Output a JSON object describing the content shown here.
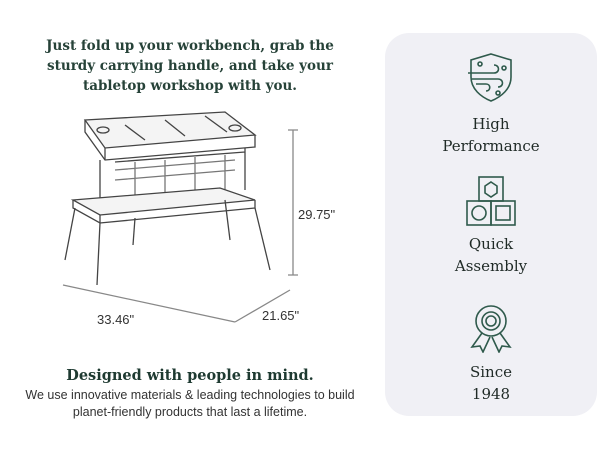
{
  "intro": "Just fold up your workbench, grab the sturdy carrying handle, and take your tabletop workshop with you.",
  "dimensions": {
    "height": "29.75\"",
    "length": "33.46\"",
    "depth": "21.65\""
  },
  "heading": "Designed with people in mind.",
  "body": "We use innovative materials & leading technologies to build planet-friendly products that last a lifetime.",
  "features": [
    {
      "icon": "shield-wind-icon",
      "line1": "High",
      "line2": "Performance"
    },
    {
      "icon": "blocks-icon",
      "line1": "Quick",
      "line2": "Assembly"
    },
    {
      "icon": "award-ribbon-icon",
      "line1": "Since",
      "line2": "1948"
    }
  ]
}
